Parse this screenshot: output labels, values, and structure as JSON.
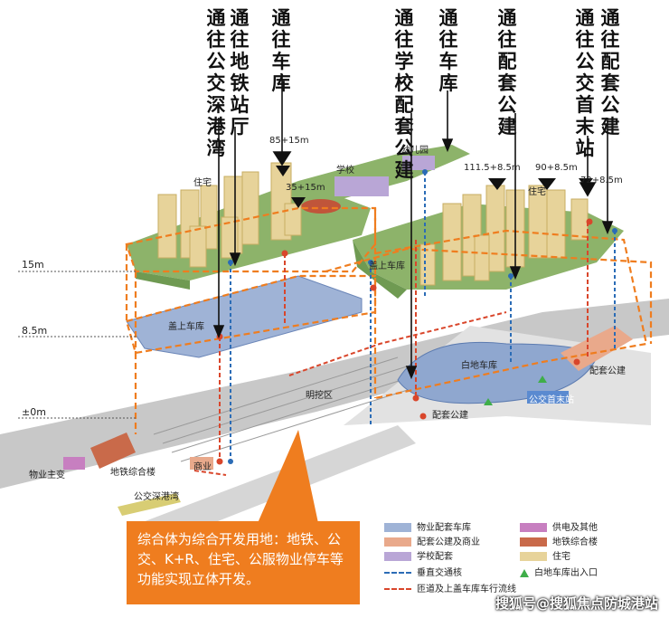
{
  "top_labels": [
    {
      "text": "通往公交深港湾"
    },
    {
      "text": "通往地铁站厅"
    },
    {
      "text": "通往车库"
    },
    {
      "text": "通往学校配套公建"
    },
    {
      "text": "通往车库"
    },
    {
      "text": "通往配套公建"
    },
    {
      "text": "通往公交首末站"
    },
    {
      "text": "通往配套公建"
    }
  ],
  "levels": [
    "15m",
    "8.5m",
    "±0m"
  ],
  "height_tags": [
    "85+15m",
    "35+15m",
    "111.5+8.5m",
    "90+8.5m",
    "72+8.5m"
  ],
  "zone_labels": {
    "residential_left": "住宅",
    "residential_right": "住宅",
    "school": "学校",
    "kindergarten": "幼儿园",
    "deck_garage_left": "盖上车库",
    "deck_garage_right": "盖上车库",
    "white_garage": "白地车库",
    "open_area": "明挖区",
    "supporting_building_1": "配套公建",
    "supporting_building_2": "配套公建",
    "bus_terminal": "公交首末站",
    "metro_complex": "地铁综合楼",
    "property_substation": "物业主变",
    "bus_stop": "公交深港湾",
    "commercial": "商业"
  },
  "callout": {
    "text": "综合体为综合开发用地：地铁、公交、K+R、住宅、公服物业停车等功能实现立体开发。"
  },
  "legend": {
    "items": [
      {
        "label": "物业配套车库",
        "color": "#9fb3d6",
        "kind": "swatch"
      },
      {
        "label": "供电及其他",
        "color": "#c77fc0",
        "kind": "swatch"
      },
      {
        "label": "配套公建及商业",
        "color": "#e9a98b",
        "kind": "swatch"
      },
      {
        "label": "地铁综合楼",
        "color": "#c96a4a",
        "kind": "swatch"
      },
      {
        "label": "学校配套",
        "color": "#b9a6d6",
        "kind": "swatch"
      },
      {
        "label": "住宅",
        "color": "#e7d39a",
        "kind": "swatch"
      },
      {
        "label": "垂直交通核",
        "color": "#2b6cb6",
        "kind": "dash"
      },
      {
        "label": "白地车库出入口",
        "color": "#3fae49",
        "kind": "triangle"
      },
      {
        "label": "匝道及上盖车库车行流线",
        "color": "#d9462b",
        "kind": "dash"
      }
    ]
  },
  "watermark": "搜狐号@搜狐焦点防城港站",
  "colors": {
    "orange_dash": "#ef7d1f",
    "blue_core": "#2b6cb6",
    "red_route": "#d9462b",
    "green_deck": "#8db36a",
    "callout_bg": "#ef7d1f"
  }
}
